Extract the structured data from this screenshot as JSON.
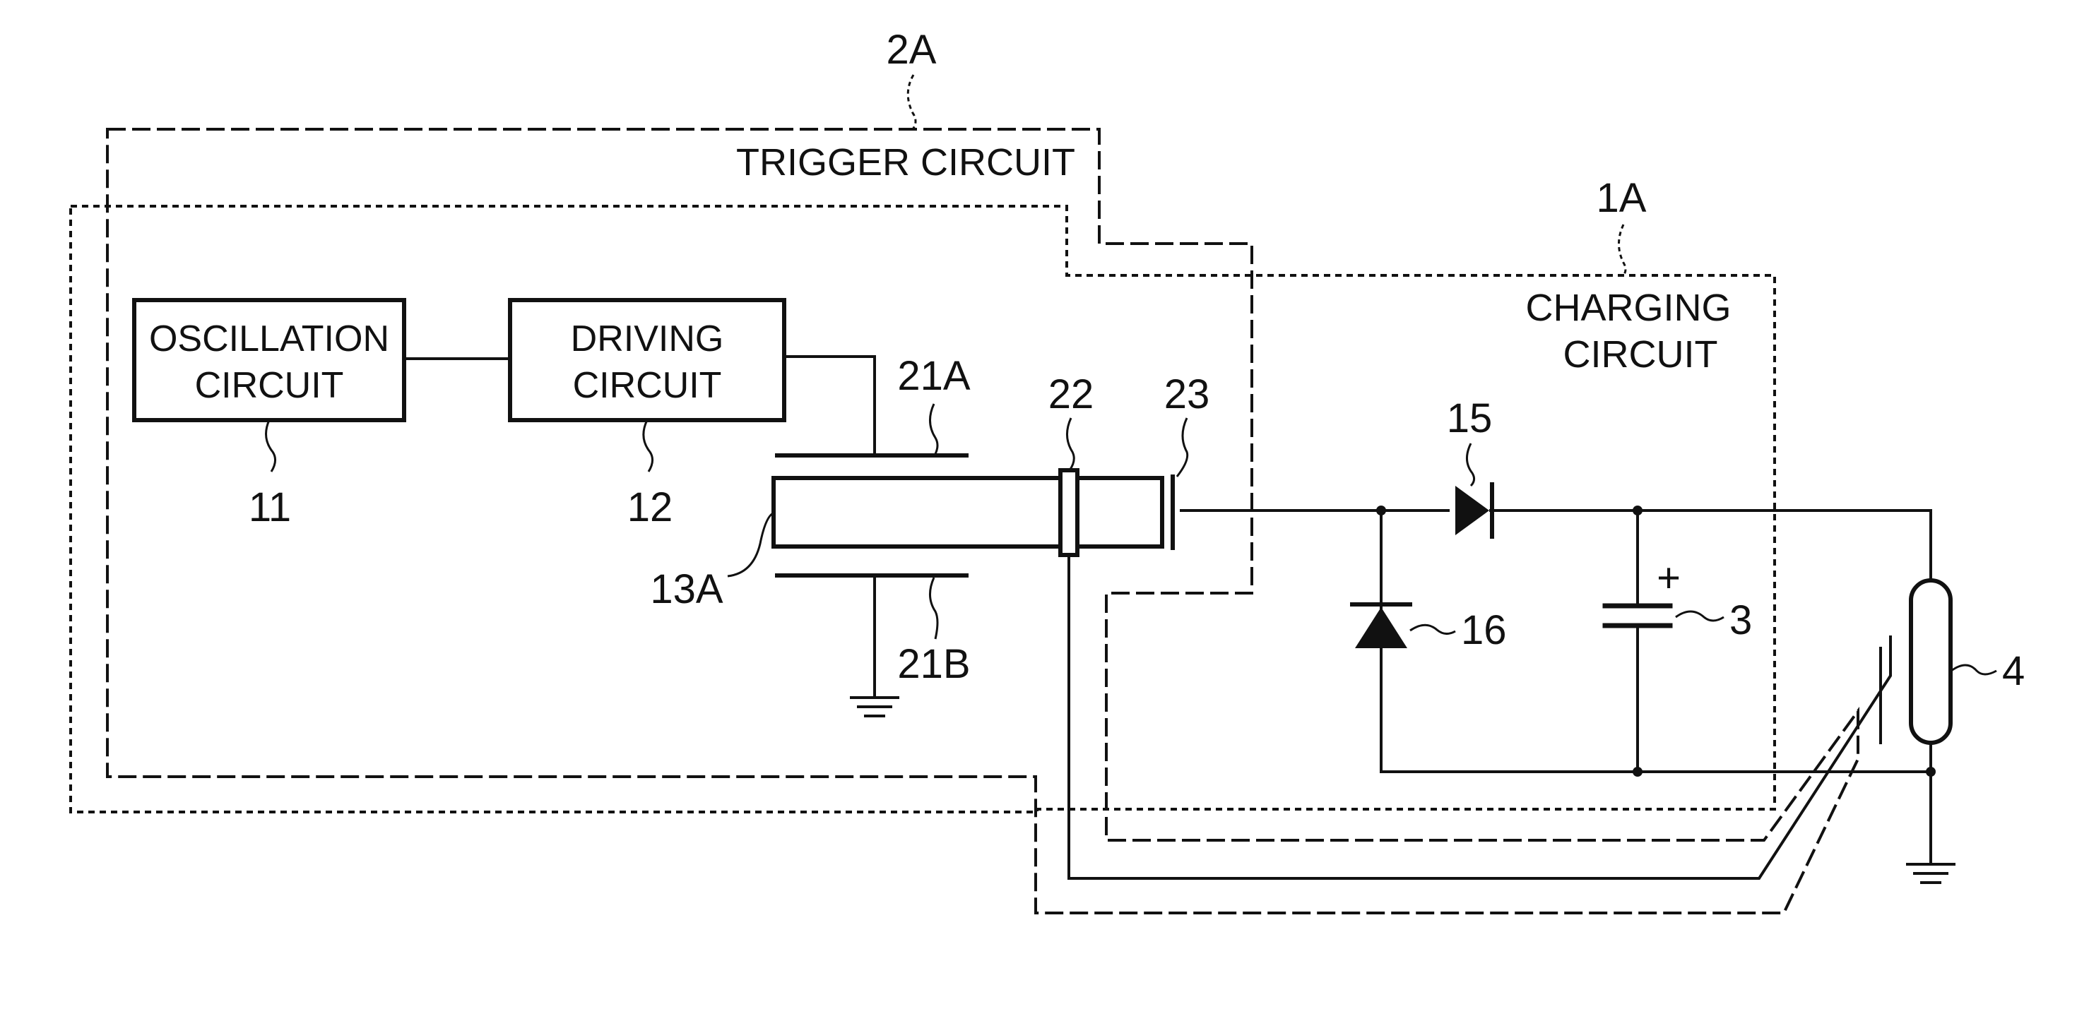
{
  "blocks": {
    "oscillation": {
      "line1": "OSCILLATION",
      "line2": "CIRCUIT",
      "ref": "11"
    },
    "driving": {
      "line1": "DRIVING",
      "line2": "CIRCUIT",
      "ref": "12"
    }
  },
  "regions": {
    "trigger": {
      "label": "TRIGGER CIRCUIT",
      "ref": "2A"
    },
    "charging": {
      "line1": "CHARGING",
      "line2": "CIRCUIT",
      "ref": "1A"
    }
  },
  "refs": {
    "transformer_core": "13A",
    "electrode_top": "21A",
    "electrode_bottom": "21B",
    "ring_electrode": "22",
    "output_electrode": "23",
    "diode_series": "15",
    "diode_shunt": "16",
    "capacitor": "3",
    "capacitor_polarity": "+",
    "flash_tube": "4"
  },
  "colors": {
    "ink": "#111111",
    "paper": "#ffffff"
  },
  "icons": {
    "ground": "ground-symbol-icon",
    "diode": "diode-icon",
    "capacitor": "capacitor-icon",
    "flash_tube": "flash-tube-icon"
  }
}
